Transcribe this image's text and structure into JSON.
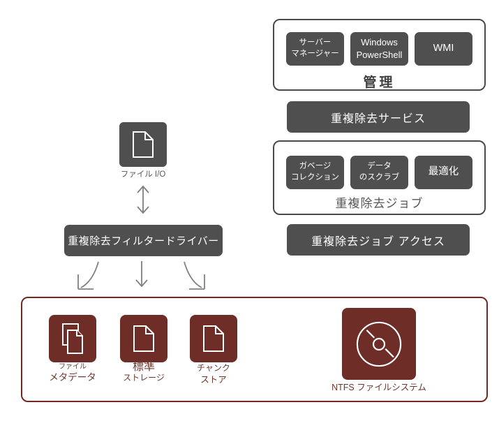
{
  "colors": {
    "dark_gray": "#4f4f4f",
    "outline_gray": "#4a4a4a",
    "maroon": "#6e2d26",
    "maroon_border": "#75281f",
    "label_gray": "#595959",
    "maroon_text": "#6e372f",
    "arrow_gray": "#808080",
    "white": "#ffffff"
  },
  "management": {
    "title": "管理",
    "items": [
      {
        "line1": "サーバー",
        "line2": "マネージャー"
      },
      {
        "line1": "Windows",
        "line2": "PowerShell"
      },
      {
        "line1": "WMI",
        "line2": ""
      }
    ]
  },
  "service_bar": {
    "label": "重複除去サービス"
  },
  "jobs": {
    "title": "重複除去ジョブ",
    "items": [
      {
        "line1": "ガベージ",
        "line2": "コレクション"
      },
      {
        "line1": "データ",
        "line2": "のスクラブ"
      },
      {
        "line1": "最適化",
        "line2": ""
      }
    ]
  },
  "access_bar": {
    "label": "重複除去ジョブ アクセス"
  },
  "file_io": {
    "label": "ファイル I/O",
    "icon": "file-icon"
  },
  "filter_bar": {
    "label": "重複除去フィルタードライバー"
  },
  "storage": {
    "items": [
      {
        "line1": "ファイル",
        "line2": "メタデータ",
        "icon": "copy-files-icon"
      },
      {
        "line1": "標準",
        "line2": "ストレージ",
        "icon": "file-icon"
      },
      {
        "line1": "チャンク",
        "line2": "ストア",
        "icon": "file-icon"
      }
    ],
    "ntfs": {
      "label": "NTFS ファイルシステム",
      "icon": "disk-icon"
    }
  }
}
